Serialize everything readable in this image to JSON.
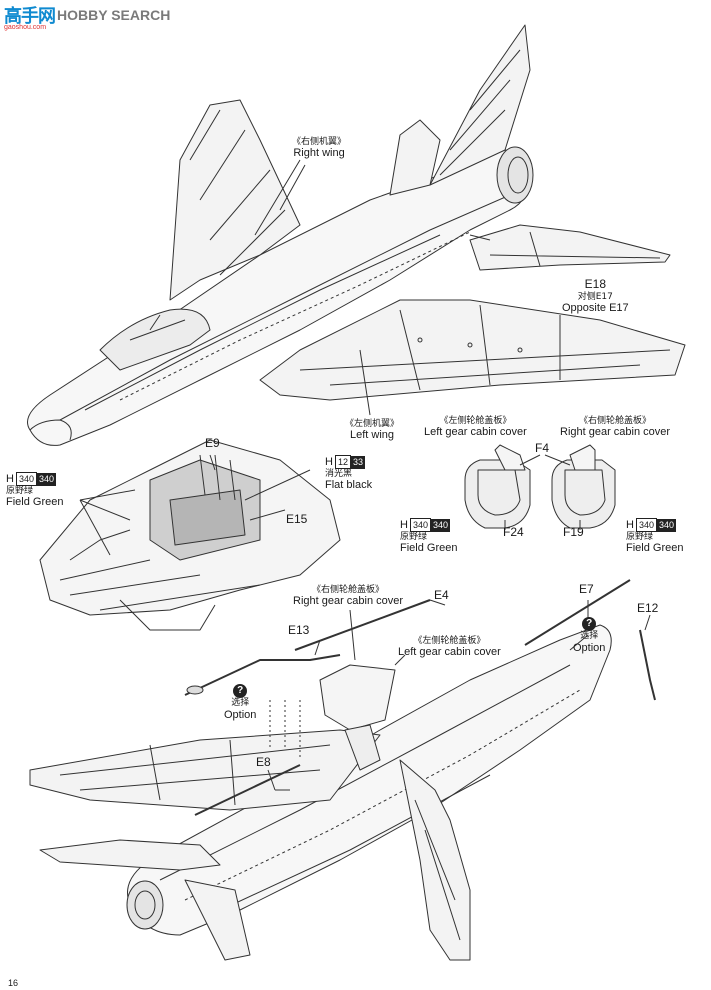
{
  "watermark": {
    "cn": "高手网",
    "en": "HOBBY SEARCH",
    "url": "gaoshou.com"
  },
  "labels": {
    "right_wing_cn": "《右侧机翼》",
    "right_wing_en": "Right wing",
    "left_wing_cn": "《左侧机翼》",
    "left_wing_en": "Left wing",
    "e18": "E18",
    "e18_cn": "对侧E17",
    "e18_en": "Opposite E17",
    "left_gear_top_cn": "《左侧轮舱盖板》",
    "left_gear_top_en": "Left gear cabin cover",
    "right_gear_top_cn": "《右侧轮舱盖板》",
    "right_gear_top_en": "Right gear cabin cover",
    "f4": "F4",
    "f24": "F24",
    "f19": "F19",
    "e9": "E9",
    "e15": "E15",
    "right_gear_bottom_cn": "《右侧轮舱盖板》",
    "right_gear_bottom_en": "Right gear cabin cover",
    "left_gear_bottom_cn": "《左侧轮舱盖板》",
    "left_gear_bottom_en": "Left gear cabin cover",
    "e4": "E4",
    "e7": "E7",
    "e12": "E12",
    "e13": "E13",
    "e8": "E8",
    "option_cn": "选择",
    "option_en": "Option",
    "option_icon": "?"
  },
  "paints": {
    "field_green": {
      "letter": "H",
      "code1": "340",
      "code2": "340",
      "cn": "原野绿",
      "en": "Field Green"
    },
    "flat_black": {
      "letter": "H",
      "code1": "12",
      "code2": "33",
      "cn": "消光黑",
      "en": "Flat black"
    }
  },
  "page_number": "16"
}
